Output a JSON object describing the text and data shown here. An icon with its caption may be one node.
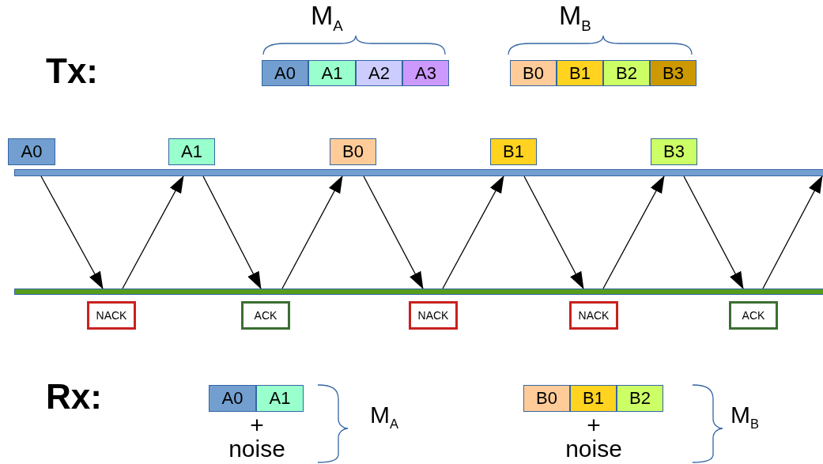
{
  "diagram": {
    "nodes": [
      {
        "text": [
          "A0"
        ]
      },
      {
        "text": [
          "A1"
        ]
      },
      {
        "text": [
          "A2"
        ]
      },
      {
        "text": [
          "A3"
        ]
      },
      {
        "text": [
          "B0"
        ]
      },
      {
        "text": [
          "B1"
        ]
      },
      {
        "text": [
          "B2"
        ]
      },
      {
        "text": [
          "B3"
        ]
      },
      {
        "text": [
          "A0"
        ]
      },
      {
        "text": [
          "A1"
        ]
      },
      {
        "text": [
          "B0"
        ]
      },
      {
        "text": [
          "B1"
        ]
      },
      {
        "text": [
          "B3"
        ]
      },
      {
        "text": [],
        "shape": "bar"
      },
      {
        "text": [],
        "shape": "bar"
      },
      {
        "text": [
          "NACK"
        ]
      },
      {
        "text": [
          "ACK"
        ]
      },
      {
        "text": [
          "NACK"
        ]
      },
      {
        "text": [
          "NACK"
        ]
      },
      {
        "text": [
          "ACK"
        ]
      },
      {
        "text": [
          "A0"
        ]
      },
      {
        "text": [
          "A1"
        ]
      },
      {
        "text": [
          "B0"
        ]
      },
      {
        "text": [
          "B1"
        ]
      },
      {
        "text": [
          "B2"
        ]
      }
    ],
    "edges": [
      {
        "from": 13,
        "to": 14,
        "arrow": "to"
      },
      {
        "from": 14,
        "to": 13,
        "arrow": "to"
      },
      {
        "from": 13,
        "to": 14,
        "arrow": "to"
      },
      {
        "from": 14,
        "to": 13,
        "arrow": "to"
      },
      {
        "from": 13,
        "to": 14,
        "arrow": "to"
      },
      {
        "from": 14,
        "to": 13,
        "arrow": "to"
      },
      {
        "from": 13,
        "to": 14,
        "arrow": "to"
      },
      {
        "from": 14,
        "to": 13,
        "arrow": "to"
      },
      {
        "from": 13,
        "to": 14,
        "arrow": "to"
      },
      {
        "from": 14,
        "to": 13,
        "arrow": "to"
      }
    ],
    "labels": [
      "M$_{A}$",
      "M$_{B}$",
      "Tx:",
      "Rx:",
      "+",
      "noise",
      "M$_{A}$",
      "+",
      "noise",
      "M$_{B}$"
    ]
  }
}
